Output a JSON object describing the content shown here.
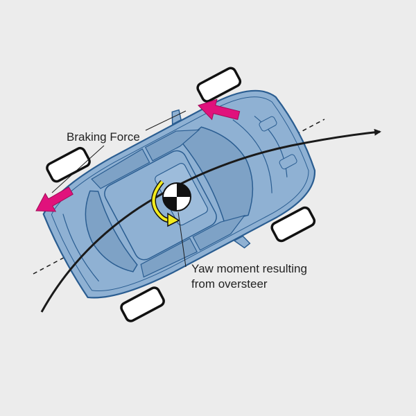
{
  "labels": {
    "braking_force": "Braking Force",
    "yaw_line1": "Yaw moment resulting",
    "yaw_line2": "from oversteer"
  },
  "colors": {
    "background": "#ececec",
    "car_body": "#8fb1d3",
    "car_window": "#7ea2c6",
    "car_outline": "#2a5d91",
    "tire_fill": "#ffffff",
    "tire_outline": "#111111",
    "braking_arrow": "#e0127c",
    "yaw_arrow": "#f2ea1d",
    "trajectory": "#1a1a1a"
  },
  "icons": {
    "center_of_gravity": "center-of-gravity-icon",
    "yaw_arrow": "rotation-arrow-icon",
    "braking_arrow": "arrow-left-icon"
  }
}
